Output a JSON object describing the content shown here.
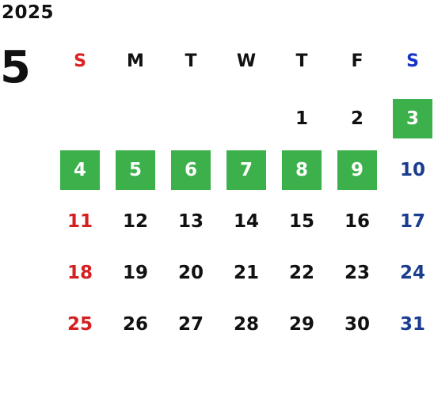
{
  "header": {
    "year": "2025",
    "month": "5"
  },
  "weekdays": [
    "S",
    "M",
    "T",
    "W",
    "T",
    "F",
    "S"
  ],
  "colors": {
    "sunday": "#d42020",
    "saturday": "#1a3d8f",
    "highlight": "#3cb04a"
  },
  "weeks": [
    [
      {
        "d": ""
      },
      {
        "d": ""
      },
      {
        "d": ""
      },
      {
        "d": ""
      },
      {
        "d": "1"
      },
      {
        "d": "2"
      },
      {
        "d": "3",
        "hl": true
      }
    ],
    [
      {
        "d": "4",
        "hl": true
      },
      {
        "d": "5",
        "hl": true
      },
      {
        "d": "6",
        "hl": true
      },
      {
        "d": "7",
        "hl": true
      },
      {
        "d": "8",
        "hl": true
      },
      {
        "d": "9",
        "hl": true
      },
      {
        "d": "10"
      }
    ],
    [
      {
        "d": "11"
      },
      {
        "d": "12"
      },
      {
        "d": "13"
      },
      {
        "d": "14"
      },
      {
        "d": "15"
      },
      {
        "d": "16"
      },
      {
        "d": "17"
      }
    ],
    [
      {
        "d": "18"
      },
      {
        "d": "19"
      },
      {
        "d": "20"
      },
      {
        "d": "21"
      },
      {
        "d": "22"
      },
      {
        "d": "23"
      },
      {
        "d": "24"
      }
    ],
    [
      {
        "d": "25"
      },
      {
        "d": "26"
      },
      {
        "d": "27"
      },
      {
        "d": "28"
      },
      {
        "d": "29"
      },
      {
        "d": "30"
      },
      {
        "d": "31"
      }
    ]
  ]
}
